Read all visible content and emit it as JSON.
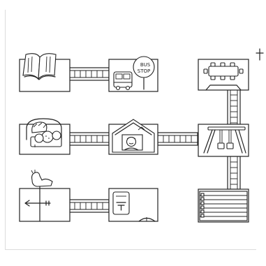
{
  "sign_text": [
    "BUS",
    "STOP"
  ],
  "stations": [
    "library-book",
    "bus-stop",
    "dining-table",
    "vegetable-basket",
    "house-with-child",
    "swing",
    "weathervane",
    "mailbox",
    "bleachers"
  ],
  "connectors": [
    "rail-library-to-busstop",
    "rail-vegetables-to-house",
    "rail-house-to-swing",
    "rail-weathervane-to-mailbox",
    "rail-table-to-swing",
    "rail-swing-to-bleachers"
  ]
}
